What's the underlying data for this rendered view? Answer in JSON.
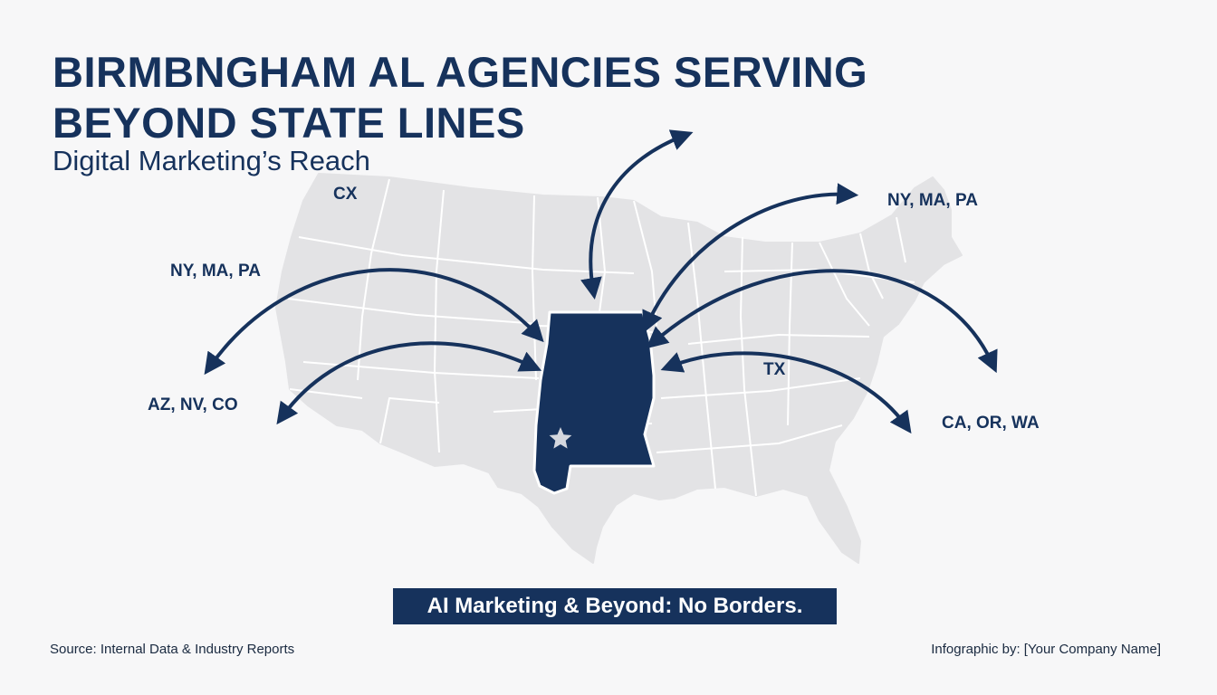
{
  "header": {
    "title_line1": "BIRMBNGHAM AL AGENCIES SERVING",
    "title_line2": "BEYOND STATE LINES",
    "subtitle": "Digital Marketing’s Reach"
  },
  "map": {
    "base_region": "United States",
    "highlighted_state": "Alabama",
    "marker": "star-icon",
    "labels": {
      "cx": "CX",
      "ny_left": "NY, MA, PA",
      "az": "AZ, NV, CO",
      "ny_right": "NY, MA, PA",
      "tx": "TX",
      "ca": "CA, OR, WA"
    },
    "colors": {
      "land": "#e3e3e5",
      "borders": "#ffffff",
      "highlight": "#16325c",
      "arrows": "#16325c"
    }
  },
  "banner": {
    "text": "AI Marketing & Beyond: No Borders."
  },
  "footer": {
    "source": "Source: Internal Data & Industry Reports",
    "credit": "Infographic by: [Your Company Name]"
  }
}
